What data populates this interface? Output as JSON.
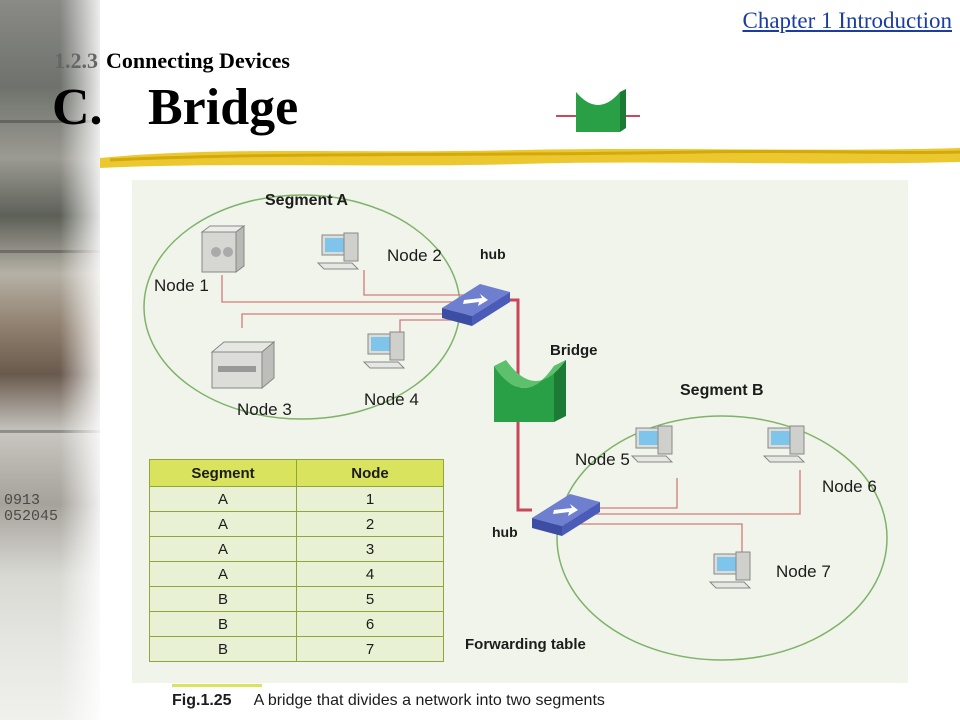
{
  "header": {
    "chapter": "Chapter 1  Introduction",
    "section_number": "1.2.3",
    "section_title": "Connecting Devices",
    "slide_letter": "C.",
    "slide_title": "Bridge"
  },
  "left_strip_text": [
    "0913",
    "052045"
  ],
  "figure": {
    "segment_a": "Segment A",
    "segment_b": "Segment B",
    "hub_top": "hub",
    "hub_bottom": "hub",
    "bridge": "Bridge",
    "nodes": [
      "Node 1",
      "Node 2",
      "Node 3",
      "Node 4",
      "Node 5",
      "Node 6",
      "Node 7"
    ],
    "forwarding_table": {
      "caption": "Forwarding table",
      "headers": [
        "Segment",
        "Node"
      ],
      "rows": [
        [
          "A",
          "1"
        ],
        [
          "A",
          "2"
        ],
        [
          "A",
          "3"
        ],
        [
          "A",
          "4"
        ],
        [
          "B",
          "5"
        ],
        [
          "B",
          "6"
        ],
        [
          "B",
          "7"
        ]
      ]
    },
    "caption_number": "Fig.1.25",
    "caption_text": "A bridge that divides a network into two segments"
  },
  "colors": {
    "accent_link": "#1a3da3",
    "brush": "#e9c21a",
    "segment_ring": "#7fb36a",
    "wire": "#d27a7a",
    "bridge_green": "#29a046",
    "table_header": "#d9e35e"
  }
}
